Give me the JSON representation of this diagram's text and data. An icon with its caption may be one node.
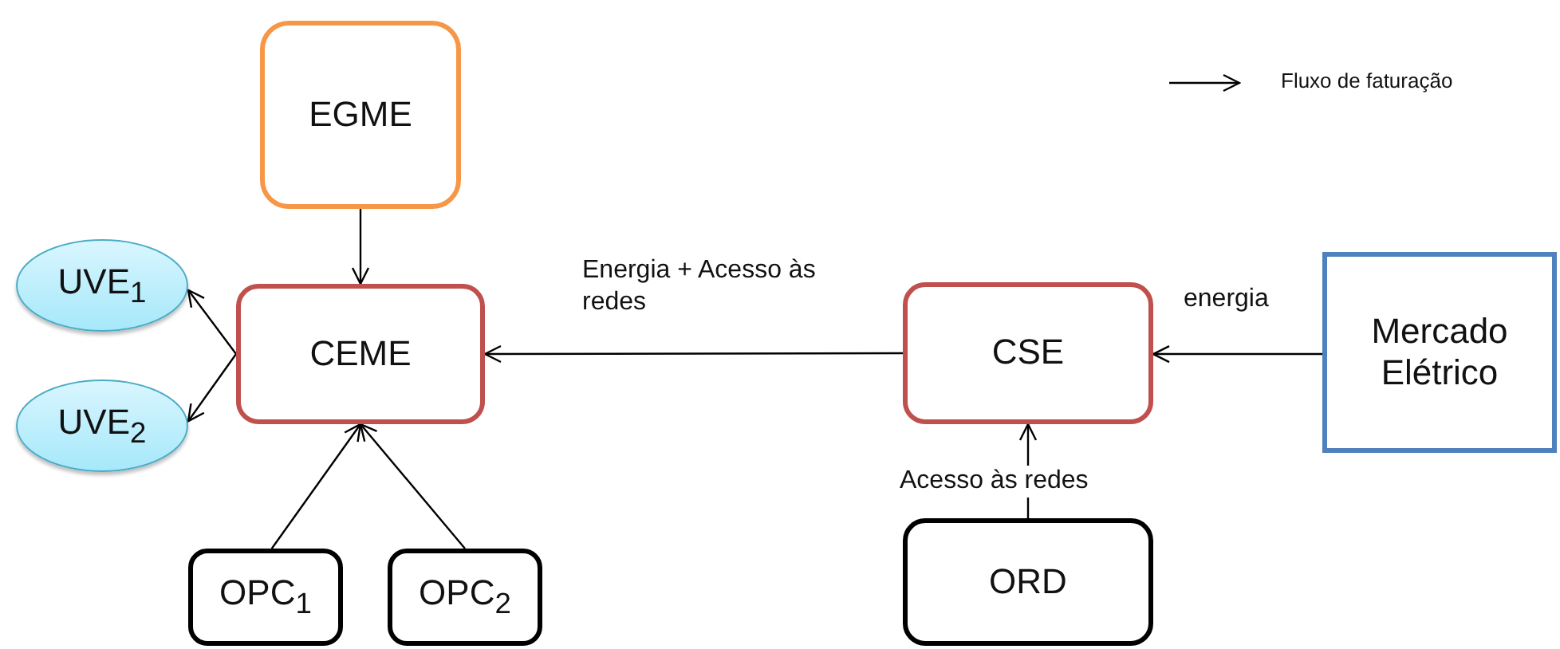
{
  "diagram": {
    "nodes": [
      {
        "text": [
          "EGME"
        ]
      },
      {
        "text": [
          "UVE$_{1}$"
        ]
      },
      {
        "text": [
          "CEME"
        ]
      },
      {
        "text": [
          "CSE"
        ]
      },
      {
        "text": [
          "Mercado Elétrico"
        ]
      },
      {
        "text": [
          "UVE$_{2}$"
        ]
      },
      {
        "text": [
          "OPC$_{1}$"
        ]
      },
      {
        "text": [
          "OPC$_{2}$"
        ]
      },
      {
        "text": [
          "ORD"
        ]
      }
    ],
    "edges": [
      {
        "from": 0,
        "to": 2,
        "arrow": "to"
      },
      {
        "from": 2,
        "to": 1,
        "arrow": "to"
      },
      {
        "from": 2,
        "to": 5,
        "arrow": "to"
      },
      {
        "from": 6,
        "to": 2,
        "arrow": "to"
      },
      {
        "from": 7,
        "to": 2,
        "arrow": "to"
      },
      {
        "from": 3,
        "to": 2,
        "arrow": "to",
        "label": "Energia + Acesso às redes"
      },
      {
        "from": 4,
        "to": 3,
        "arrow": "to",
        "label": "energia"
      },
      {
        "from": 8,
        "to": 3,
        "arrow": "to",
        "label": "Acesso às redes"
      }
    ],
    "legend": [
      {
        "text": "Fluxo de faturação"
      }
    ]
  }
}
